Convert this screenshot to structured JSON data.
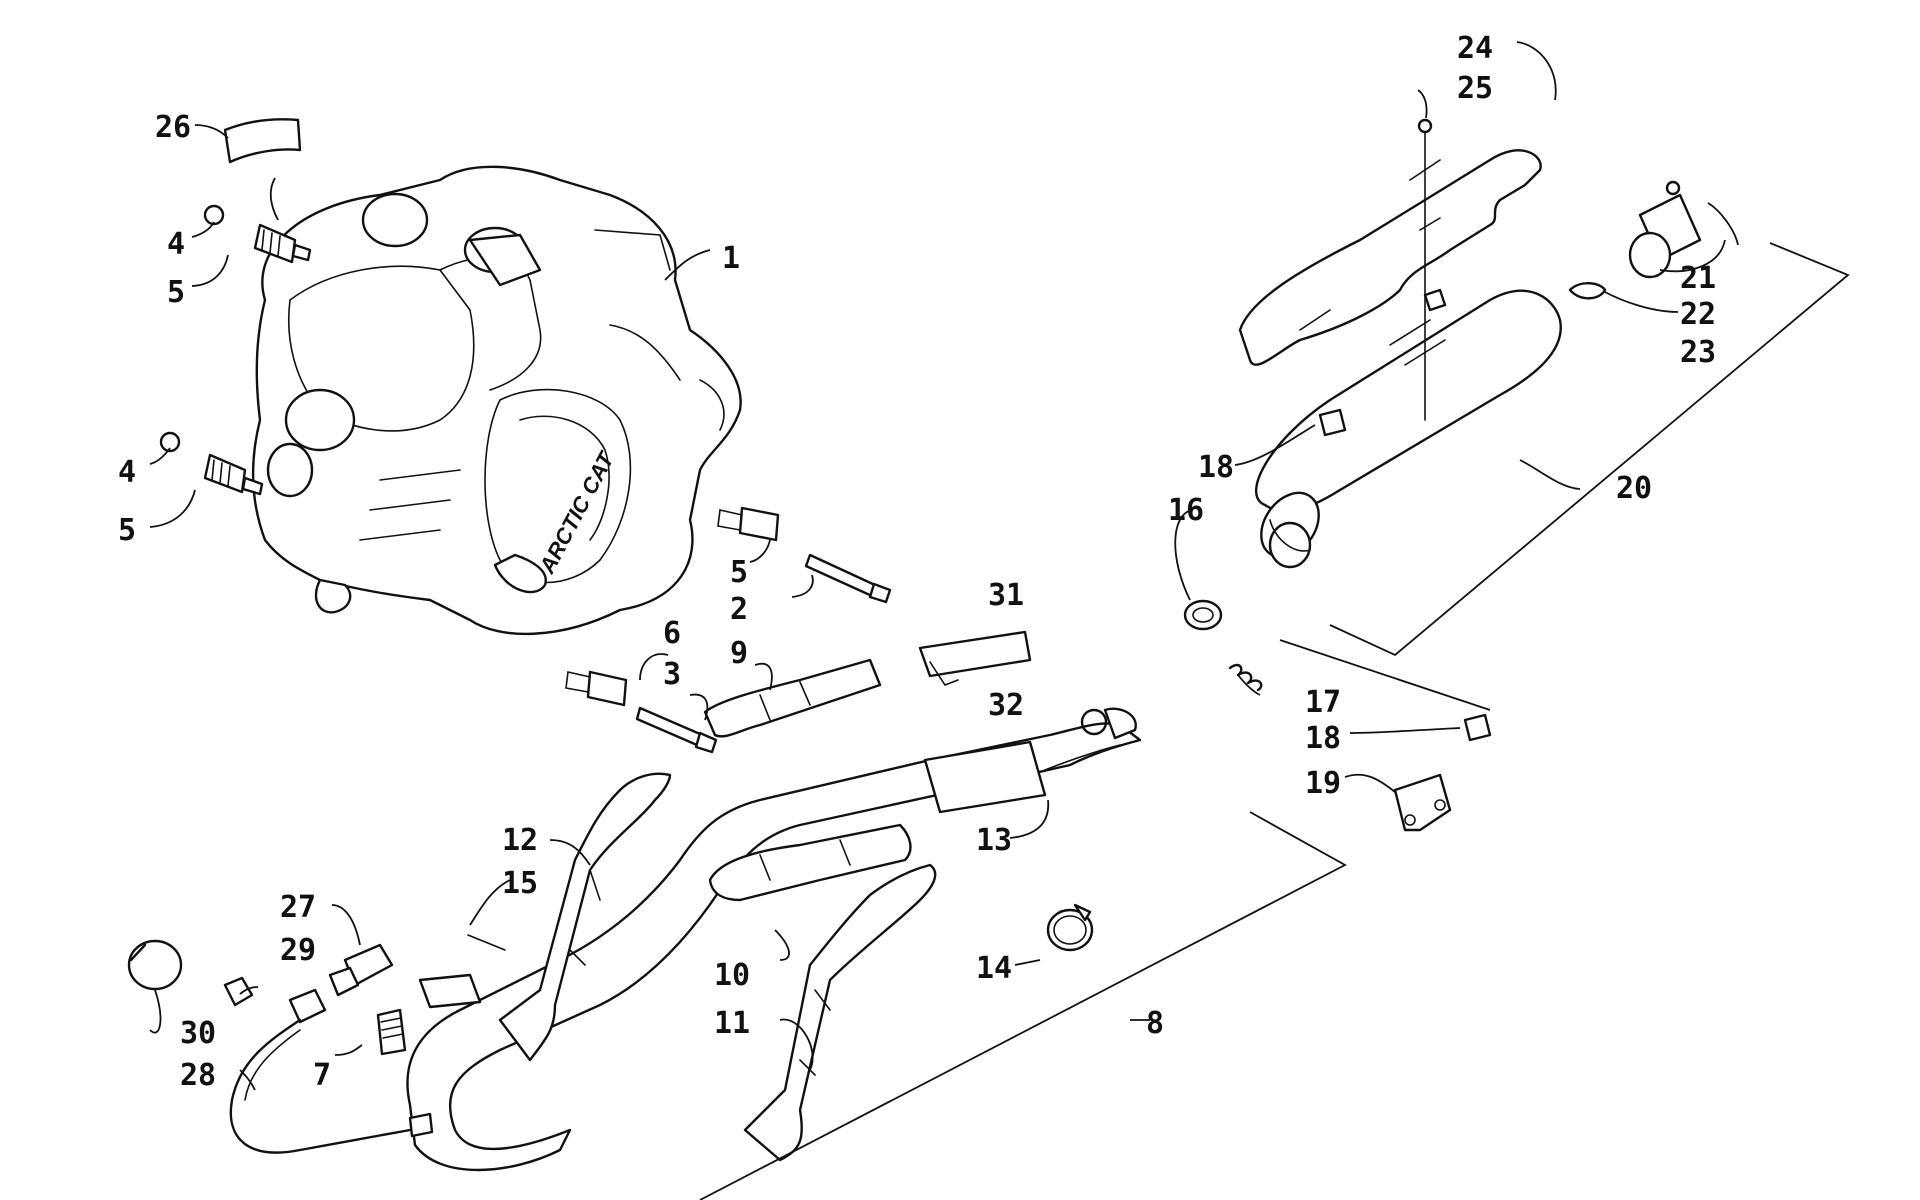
{
  "diagram": {
    "brand_text": "ARCTIC CAT",
    "callouts": {
      "p1": "1",
      "p2": "2",
      "p3": "3",
      "p4a": "4",
      "p4b": "4",
      "p5a": "5",
      "p5b": "5",
      "p5c": "5",
      "p6": "6",
      "p7": "7",
      "p8": "8",
      "p9": "9",
      "p10": "10",
      "p11": "11",
      "p12": "12",
      "p13": "13",
      "p14": "14",
      "p15": "15",
      "p16": "16",
      "p17": "17",
      "p18a": "18",
      "p18b": "18",
      "p19": "19",
      "p20": "20",
      "p21": "21",
      "p22": "22",
      "p23": "23",
      "p24": "24",
      "p25": "25",
      "p26": "26",
      "p27": "27",
      "p28": "28",
      "p29": "29",
      "p30": "30",
      "p31": "31",
      "p32": "32"
    }
  }
}
